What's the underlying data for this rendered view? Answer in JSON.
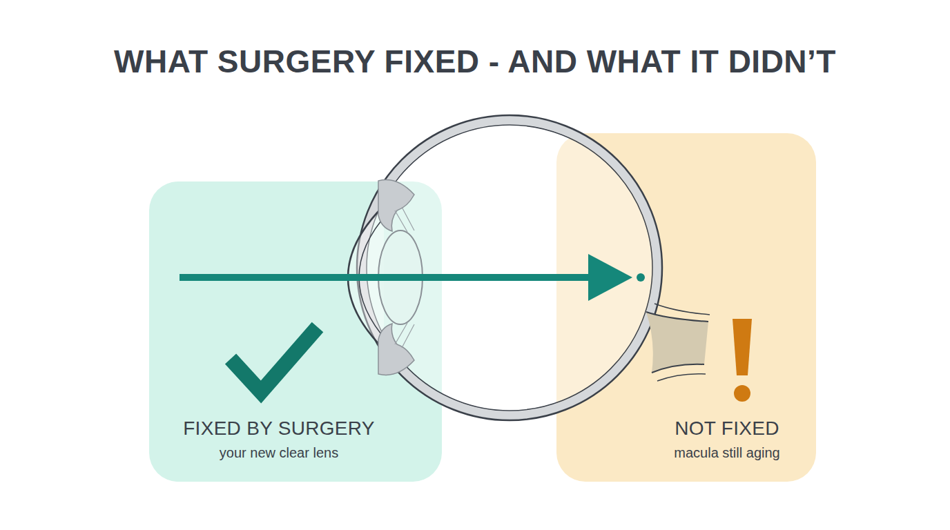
{
  "diagram": {
    "title": "WHAT SURGERY FIXED - AND WHAT IT DIDN’T",
    "nodes": [
      {
        "text": [
          "FIXED BY SURGERY",
          "your new clear lens"
        ]
      },
      {
        "text": [
          "NOT FIXED",
          "macula still aging"
        ]
      }
    ]
  }
}
